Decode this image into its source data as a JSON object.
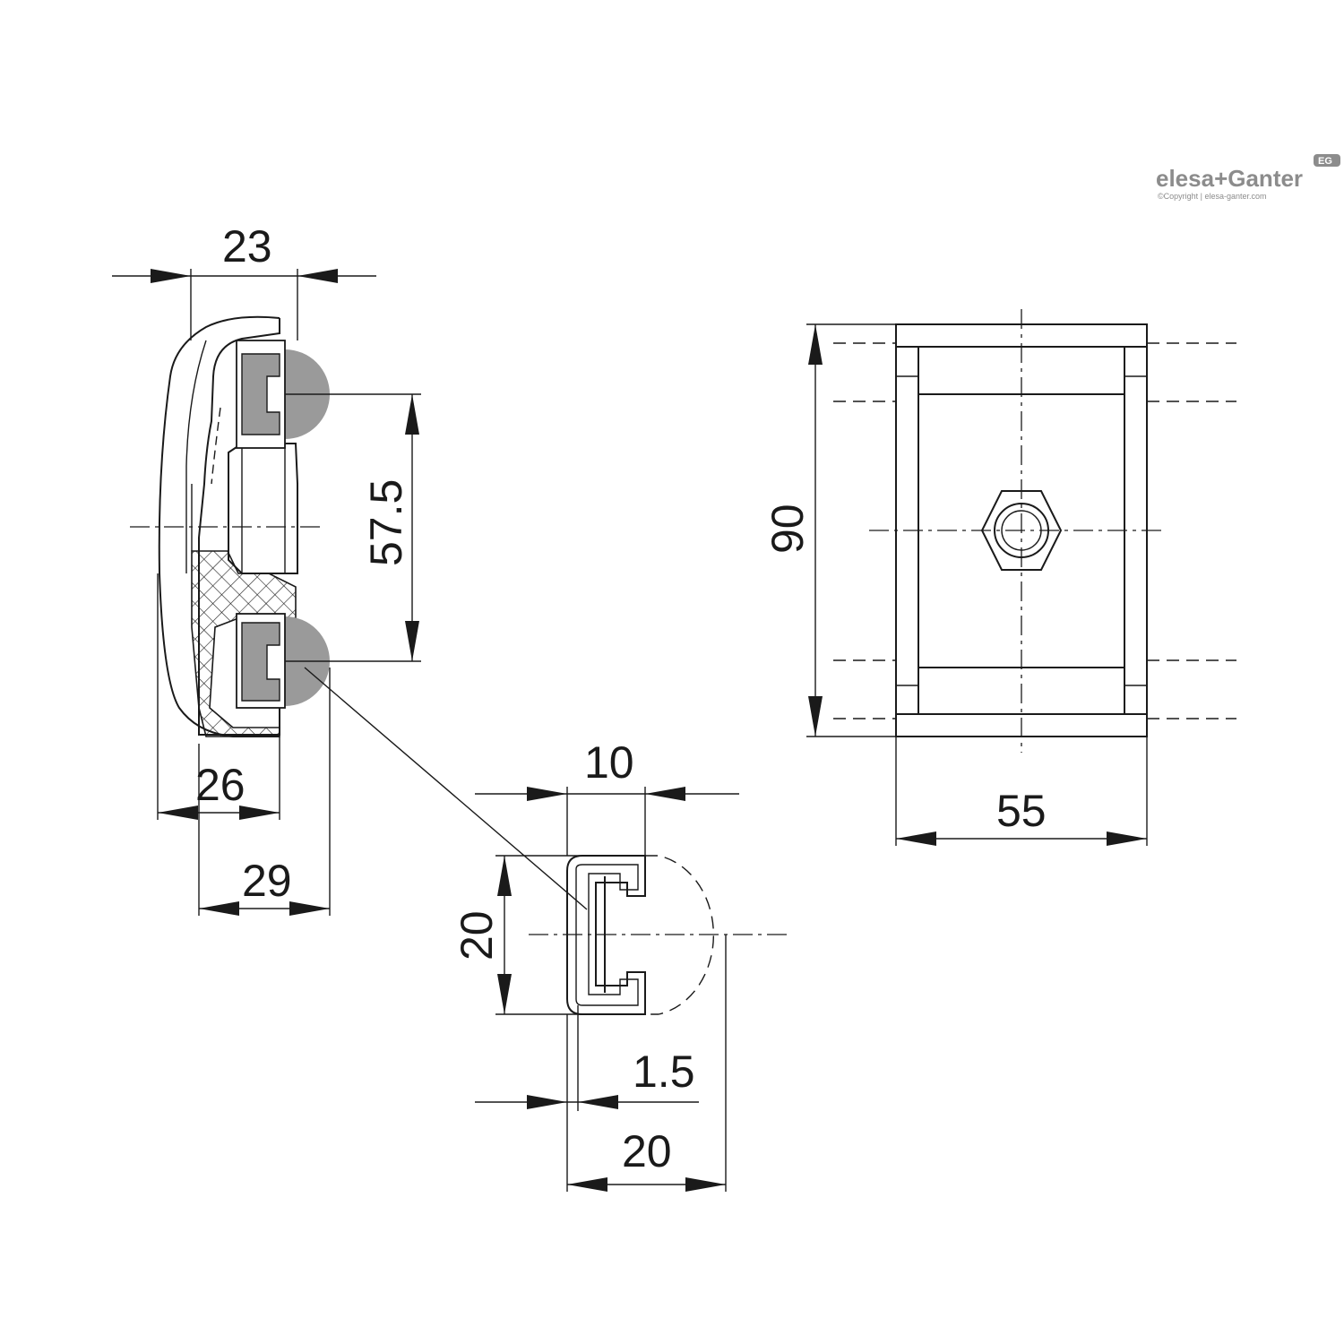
{
  "brand": {
    "name": "elesa+Ganter",
    "copyright": "©Copyright | elesa-ganter.com",
    "mark": "EG"
  },
  "side_view": {
    "width_top": "23",
    "hole_spacing": "57.5",
    "depth_inner": "26",
    "depth_outer": "29"
  },
  "front_view": {
    "height": "90",
    "width": "55"
  },
  "profile_detail": {
    "slot_width": "10",
    "height": "20",
    "wall": "1.5",
    "width": "20"
  }
}
